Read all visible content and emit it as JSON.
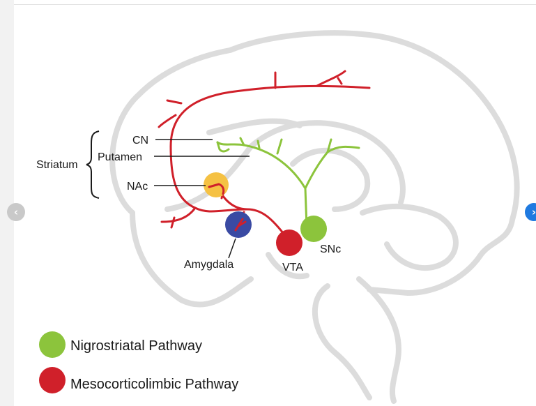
{
  "labels": {
    "striatum": "Striatum",
    "cn": "CN",
    "putamen": "Putamen",
    "nac": "NAc",
    "amygdala": "Amygdala",
    "vta": "VTA",
    "snc": "SNc"
  },
  "legend": [
    {
      "label": "Nigrostriatal Pathway",
      "color": "#8cc43c"
    },
    {
      "label": "Mesocorticolimbic Pathway",
      "color": "#d0202a"
    }
  ],
  "colors": {
    "brain_outline": "#dcdcdc",
    "nigrostriatal": "#8cc43c",
    "mesocorticolimbic": "#d0202a",
    "nac_node": "#f5c143",
    "amygdala_node": "#3a4aa3",
    "vta_node": "#d0202a",
    "snc_node": "#8cc43c"
  },
  "nav": {
    "prev_icon": "chevron-left-icon",
    "prev_glyph": "‹",
    "next_icon": "chevron-right-icon",
    "next_glyph": "›"
  }
}
